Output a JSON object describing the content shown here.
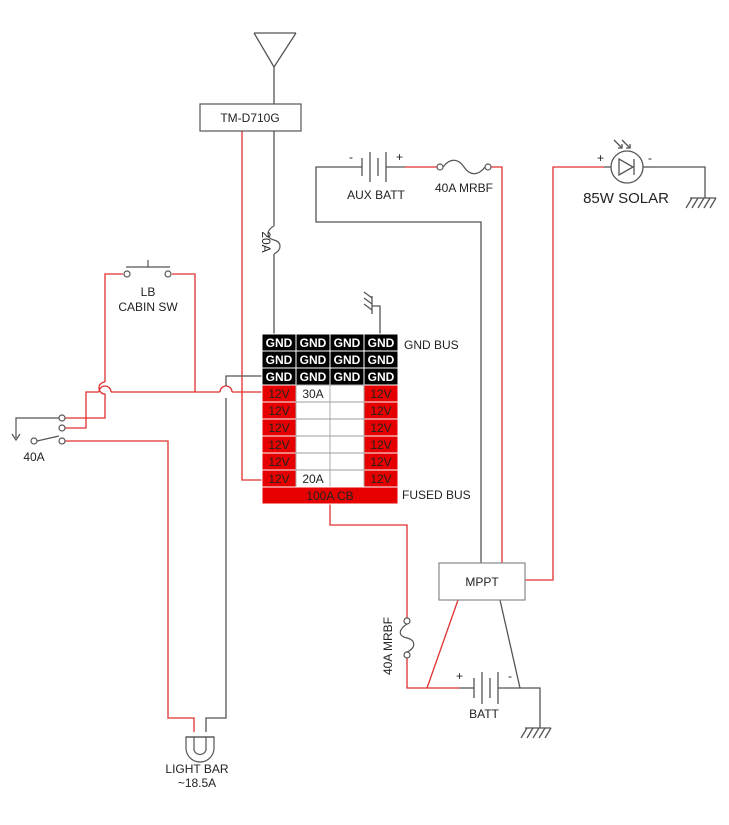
{
  "labels": {
    "radio": "TM-D710G",
    "fuse_radio": "20A",
    "aux_batt": "AUX BATT",
    "mrbf_top": "40A MRBF",
    "solar": "85W SOLAR",
    "lb_line1": "LB",
    "lb_line2": "CABIN SW",
    "relay": "40A",
    "gnd_bus": "GND BUS",
    "fused_bus": "FUSED BUS",
    "breaker": "100A CB",
    "mppt": "MPPT",
    "mrbf_side": "40A MRBF",
    "batt": "BATT",
    "light_bar_line1": "LIGHT BAR",
    "light_bar_line2": "~18.5A",
    "minus": "-",
    "plus": "+"
  },
  "bus": {
    "gnd_cell": "GND",
    "v12_cell": "12V",
    "fuse_30": "30A",
    "fuse_20": "20A"
  },
  "colors": {
    "wire_red": "#e03030",
    "wire_gray": "#555555",
    "bus_black": "#000000",
    "bus_red": "#e60000"
  }
}
